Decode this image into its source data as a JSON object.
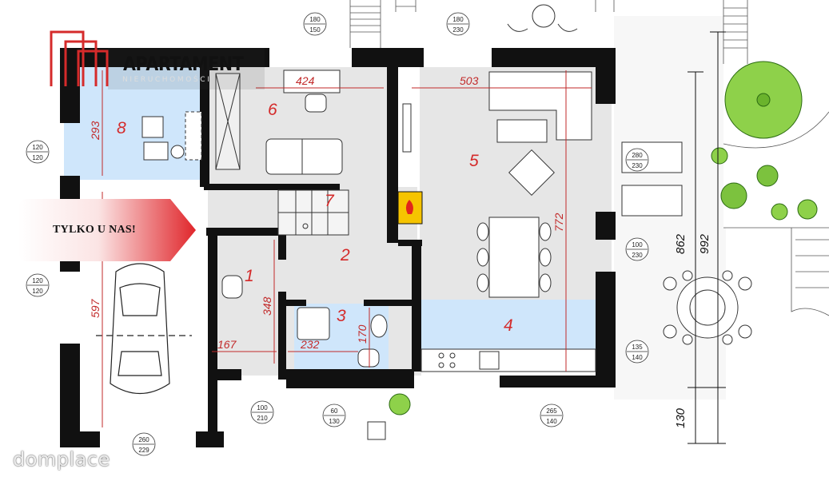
{
  "logo": {
    "title": "APARTAMENT",
    "subtitle": "NIERUCHOMOŚCI",
    "accent_color": "#d52b2b"
  },
  "badge": {
    "text": "TYLKO U NAS!",
    "color": "#e0262b"
  },
  "watermark": "domplace",
  "rooms": [
    {
      "number": "1",
      "zone": "wc"
    },
    {
      "number": "2",
      "zone": "hall"
    },
    {
      "number": "3",
      "zone": "bathroom"
    },
    {
      "number": "4",
      "zone": "kitchen"
    },
    {
      "number": "5",
      "zone": "living"
    },
    {
      "number": "6",
      "zone": "office"
    },
    {
      "number": "7",
      "zone": "stairs"
    },
    {
      "number": "8",
      "zone": "boiler"
    }
  ],
  "room_dimensions": [
    "424",
    "503",
    "293",
    "772",
    "348",
    "597",
    "167",
    "232",
    "170"
  ],
  "opening_tags": [
    {
      "top": "180",
      "bottom": "150"
    },
    {
      "top": "180",
      "bottom": "230"
    },
    {
      "top": "120",
      "bottom": "120"
    },
    {
      "top": "120",
      "bottom": "120"
    },
    {
      "top": "280",
      "bottom": "230"
    },
    {
      "top": "100",
      "bottom": "230"
    },
    {
      "top": "135",
      "bottom": "140"
    },
    {
      "top": "100",
      "bottom": "210"
    },
    {
      "top": "60",
      "bottom": "130"
    },
    {
      "top": "265",
      "bottom": "140"
    },
    {
      "top": "260",
      "bottom": "229"
    }
  ],
  "exterior_dimensions": [
    "862",
    "992",
    "130"
  ],
  "colors": {
    "wall": "#111111",
    "highlight": "#cfe6fb",
    "dimension": "#c22a2a",
    "floor": "#e6e6e6"
  }
}
